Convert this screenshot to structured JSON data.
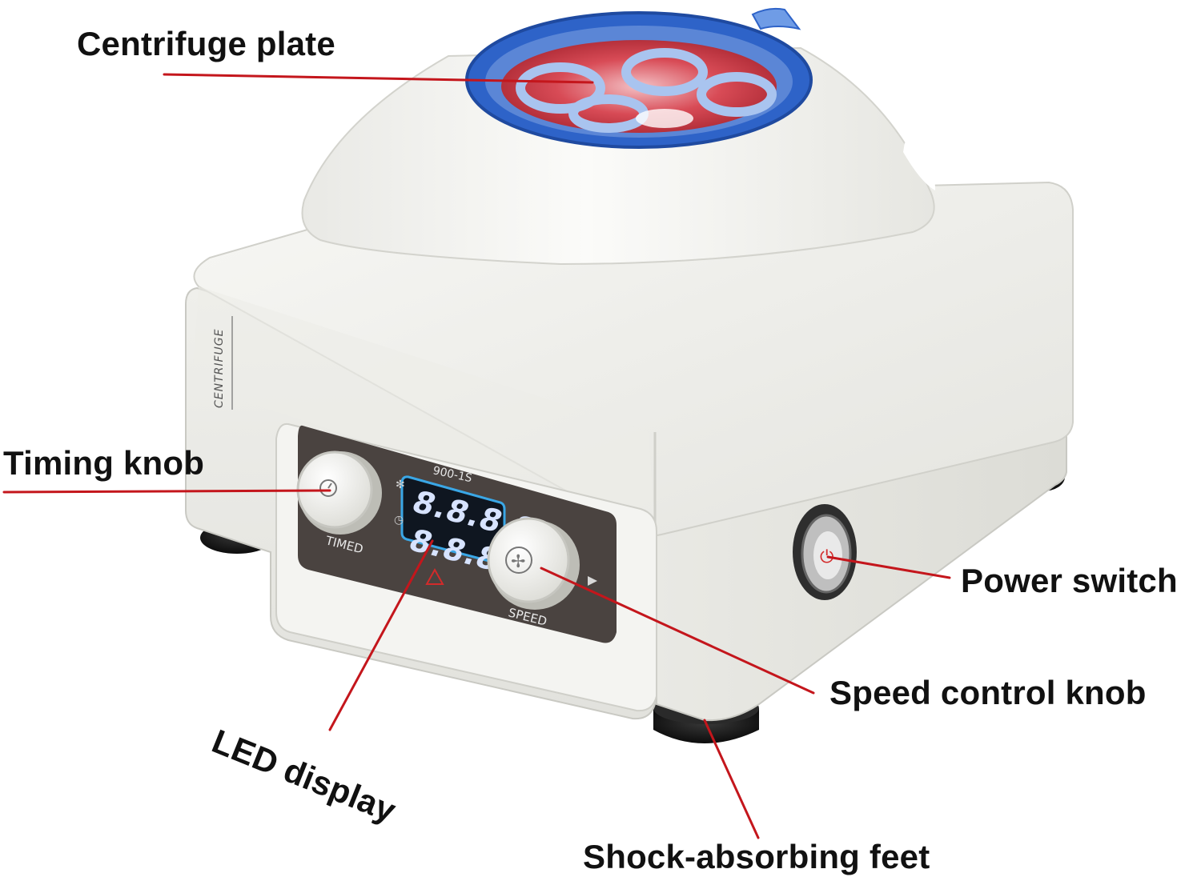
{
  "callouts": {
    "centrifuge_plate": "Centrifuge plate",
    "timing_knob": "Timing knob",
    "power_switch": "Power switch",
    "speed_control_knob": "Speed control knob",
    "led_display": "LED display",
    "shock_absorbing_feet": "Shock-absorbing feet"
  },
  "device": {
    "brand_text": "CENTRIFUGE",
    "model": "900-1S",
    "display_top": "8.8.8.8.",
    "display_bottom": "8.8.8.8.",
    "timed_label": "TIMED",
    "speed_label": "SPEED"
  },
  "colors": {
    "leader_line": "#c4161c",
    "lid_blue": "#2e63c8",
    "display_frame": "#3aa7e6",
    "body": "#f2f2ee"
  }
}
